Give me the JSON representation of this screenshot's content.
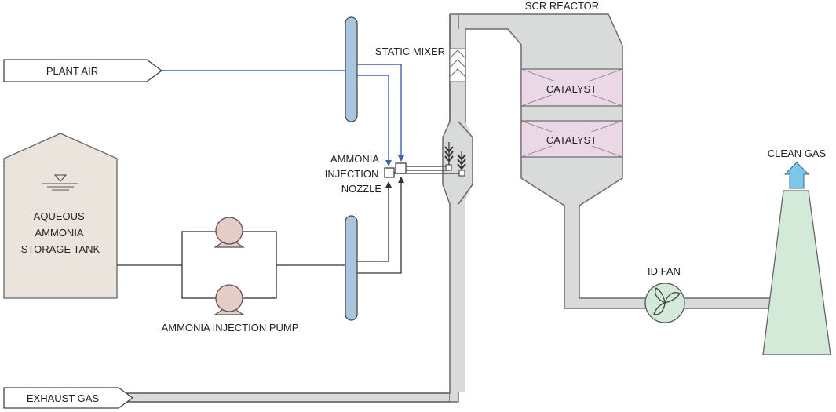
{
  "labels": {
    "plant_air": "PLANT AIR",
    "exhaust_gas": "EXHAUST GAS",
    "tank_line1": "AQUEOUS",
    "tank_line2": "AMMONIA",
    "tank_line3": "STORAGE TANK",
    "pump": "AMMONIA INJECTION PUMP",
    "nozzle_line1": "AMMONIA",
    "nozzle_line2": "INJECTION",
    "nozzle_line3": "NOZZLE",
    "static_mixer": "STATIC MIXER",
    "scr_reactor": "SCR REACTOR",
    "catalyst_top": "CATALYST",
    "catalyst_bottom": "CATALYST",
    "id_fan": "ID FAN",
    "clean_gas": "CLEAN GAS"
  },
  "colors": {
    "duct_fill": "#d9dada",
    "duct_stroke": "#6a6a6a",
    "tank_fill": "#ebe4dc",
    "pump_fill": "#e5ccc4",
    "header_fill": "#a9c6de",
    "catalyst_fill": "#ead8e6",
    "stack_fill": "#d3ead8",
    "air_line": "#3d63ad",
    "clean_arrow": "#7cc6ea"
  }
}
